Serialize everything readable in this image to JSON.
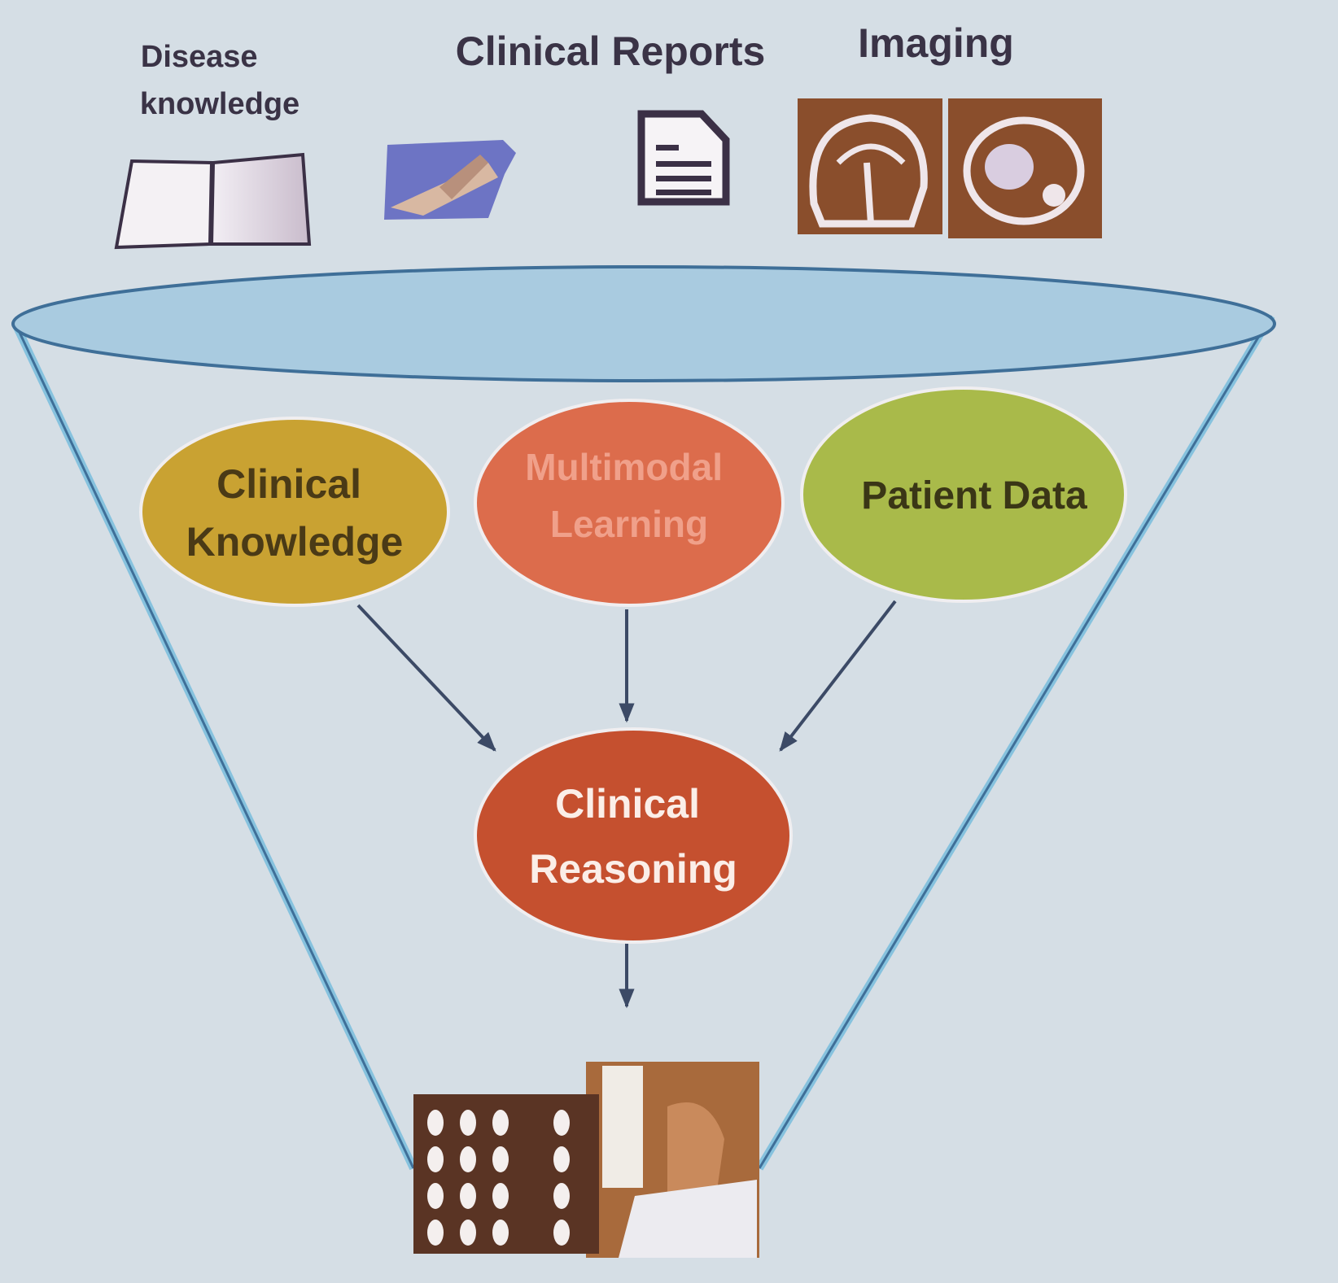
{
  "sources": {
    "disease_knowledge": [
      "Disease",
      "knowledge"
    ],
    "clinical_reports": "Clinical Reports",
    "imaging": "Imaging"
  },
  "nodes": {
    "clinical_knowledge": [
      "Clinical",
      "Knowledge"
    ],
    "multimodal_learning": [
      "Multimodal",
      "Learning"
    ],
    "patient_data": "Patient Data",
    "clinical_reasoning": [
      "Clinical",
      "Reasoning"
    ]
  },
  "colors": {
    "background": "#d5dee5",
    "funnel_top": "#a9cbe0",
    "funnel_line": "#3f7fa8",
    "clinical_knowledge": "#c9a232",
    "multimodal_learning": "#dc6c4c",
    "patient_data": "#a9ba4a",
    "clinical_reasoning": "#c5502f",
    "arrow": "#3c4a66"
  }
}
